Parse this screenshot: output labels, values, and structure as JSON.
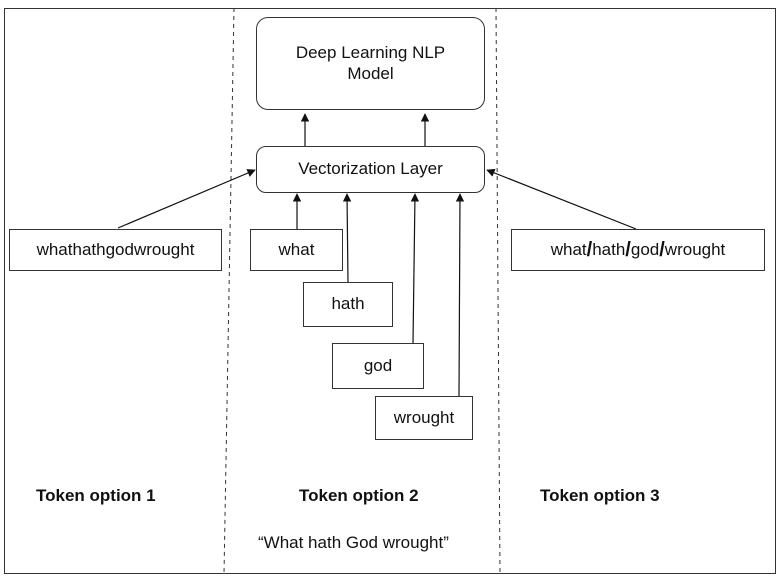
{
  "model_box": {
    "line1": "Deep Learning NLP",
    "line2": "Model"
  },
  "vectorization_box": {
    "label": "Vectorization Layer"
  },
  "option1": {
    "token": "whathathgodwrought",
    "caption": "Token option 1"
  },
  "option2": {
    "tokens": [
      "what",
      "hath",
      "god",
      "wrought"
    ],
    "caption": "Token option 2",
    "sentence": "“What hath God wrought”"
  },
  "option3": {
    "parts": [
      "what",
      "hath",
      "god",
      "wrought"
    ],
    "separator": "/",
    "caption": "Token option 3"
  }
}
